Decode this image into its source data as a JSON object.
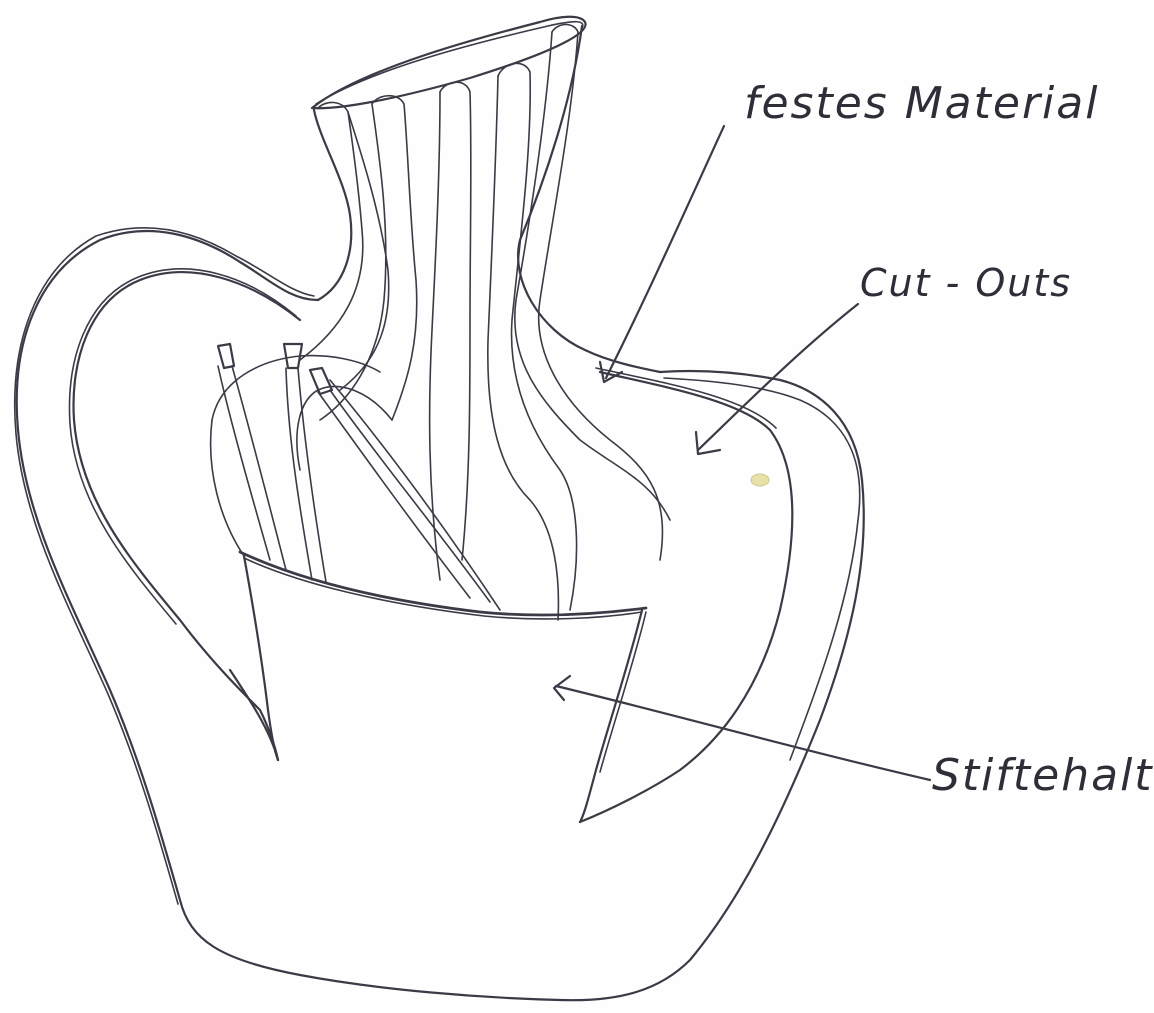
{
  "diagram": {
    "labels": {
      "festes_material": "festes Material",
      "cut_outs": "Cut - Outs",
      "stiftehalter": "Stiftehalter"
    }
  }
}
